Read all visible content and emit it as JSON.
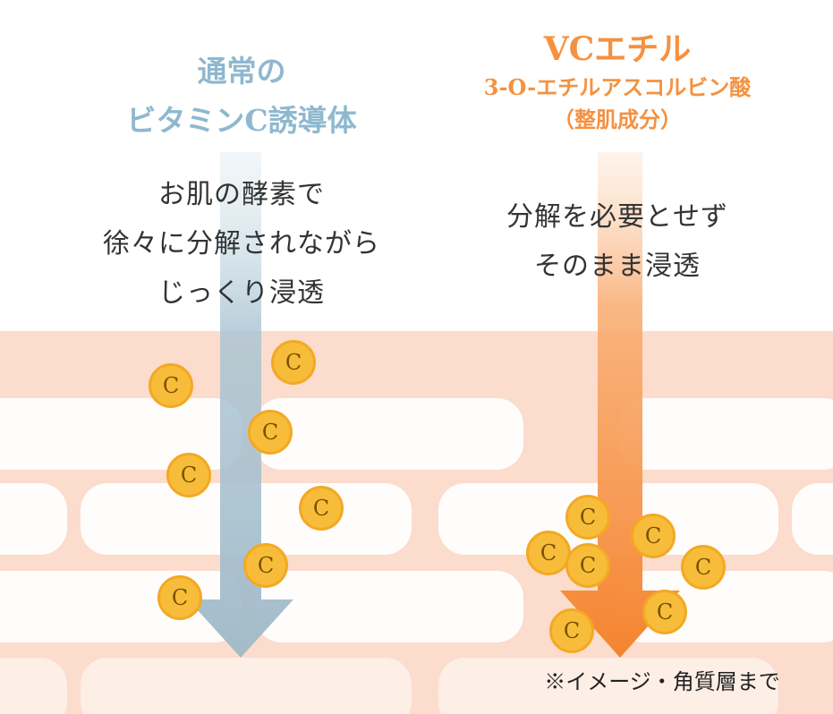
{
  "left": {
    "title_lines": [
      "通常の",
      "ビタミンC誘導体"
    ],
    "desc_lines": [
      "お肌の酵素で",
      "徐々に分解されながら",
      "じっくり浸透"
    ],
    "color": "#8fb8cf"
  },
  "right": {
    "title": "VCエチル",
    "subtitle": "3-O-エチルアスコルビン酸",
    "subtitle_paren": "（整肌成分）",
    "desc_lines": [
      "分解を必要とせず",
      "そのまま浸透"
    ],
    "color": "#f5913f"
  },
  "coin_label": "C",
  "note": "※イメージ・角質層まで",
  "colors": {
    "skin_layer": "#fbdccd",
    "coin": "#f7bd3a",
    "left_arrow": "#a9c4d3",
    "right_arrow": "#f5913f"
  }
}
